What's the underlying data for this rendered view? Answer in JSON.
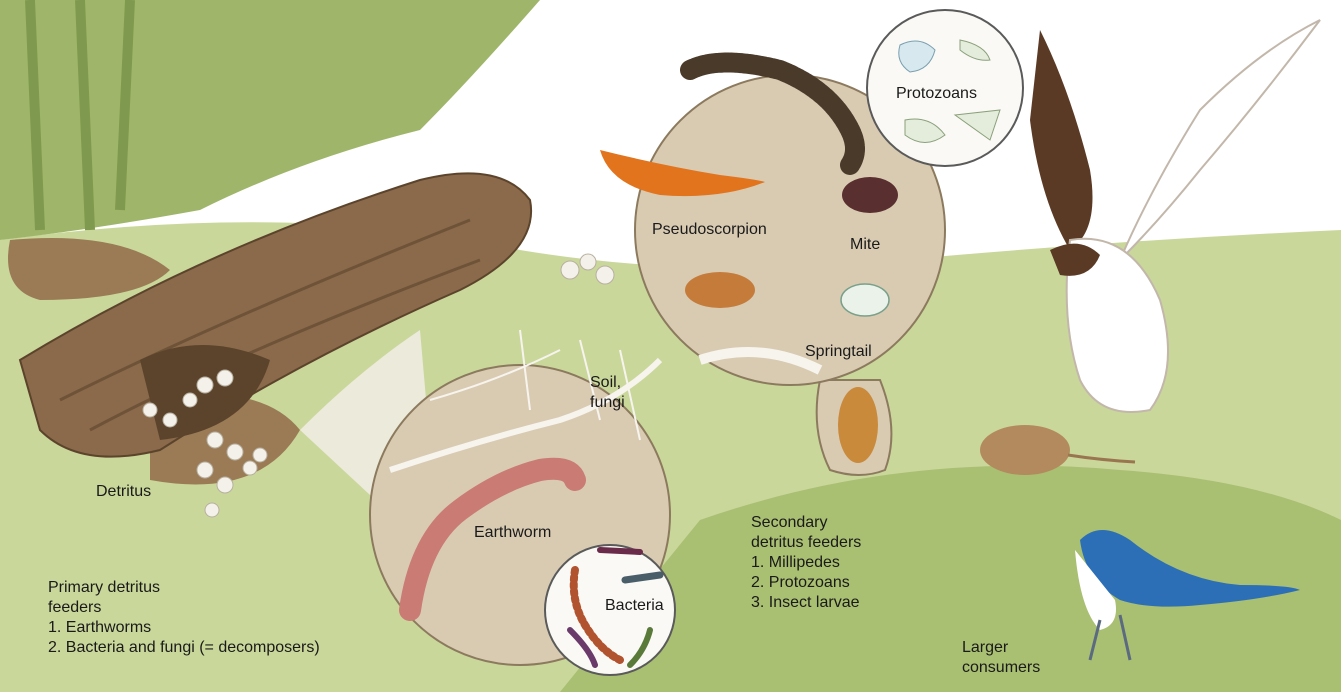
{
  "labels": {
    "protozoans": "Protozoans",
    "pseudoscorpion": "Pseudoscorpion",
    "mite": "Mite",
    "springtail": "Springtail",
    "soil_fungi": "Soil,\nfungi",
    "earthworm": "Earthworm",
    "bacteria": "Bacteria",
    "detritus": "Detritus",
    "larger_consumers": "Larger\nconsumers"
  },
  "primary": {
    "heading": "Primary detritus\nfeeders",
    "items": [
      "1. Earthworms",
      "2. Bacteria and fungi (= decomposers)"
    ]
  },
  "secondary": {
    "heading": "Secondary\ndetritus feeders",
    "items": [
      "1. Millipedes",
      "2. Protozoans",
      "3. Insect larvae"
    ]
  },
  "colors": {
    "sky": "#ffffff",
    "grass": "#c9d79a",
    "dark_grass": "#9fb66a",
    "log": "#8a6a4a",
    "soil_circle": "#d9cbb2",
    "hawk_brown": "#5a3a24",
    "jay_blue": "#2d6fb6",
    "slug_orange": "#e2741e"
  }
}
